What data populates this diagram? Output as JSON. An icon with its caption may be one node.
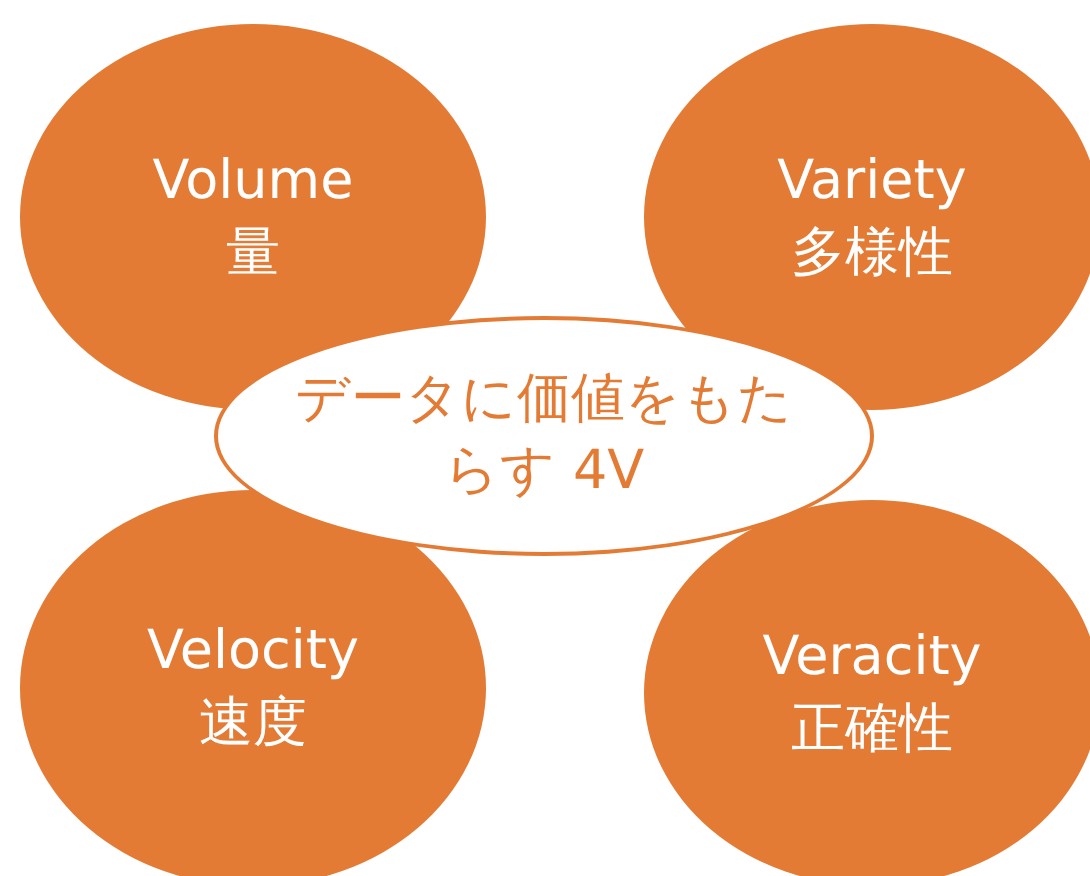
{
  "diagram": {
    "nodes": [
      {
        "text": [
          "Volume",
          "量"
        ]
      },
      {
        "text": [
          "Variety",
          "多様性"
        ]
      },
      {
        "text": [
          "Velocity",
          "速度"
        ]
      },
      {
        "text": [
          "Veracity",
          "正確性"
        ]
      },
      {
        "text": [
          "データに価値をもたらす 4V"
        ]
      }
    ]
  }
}
